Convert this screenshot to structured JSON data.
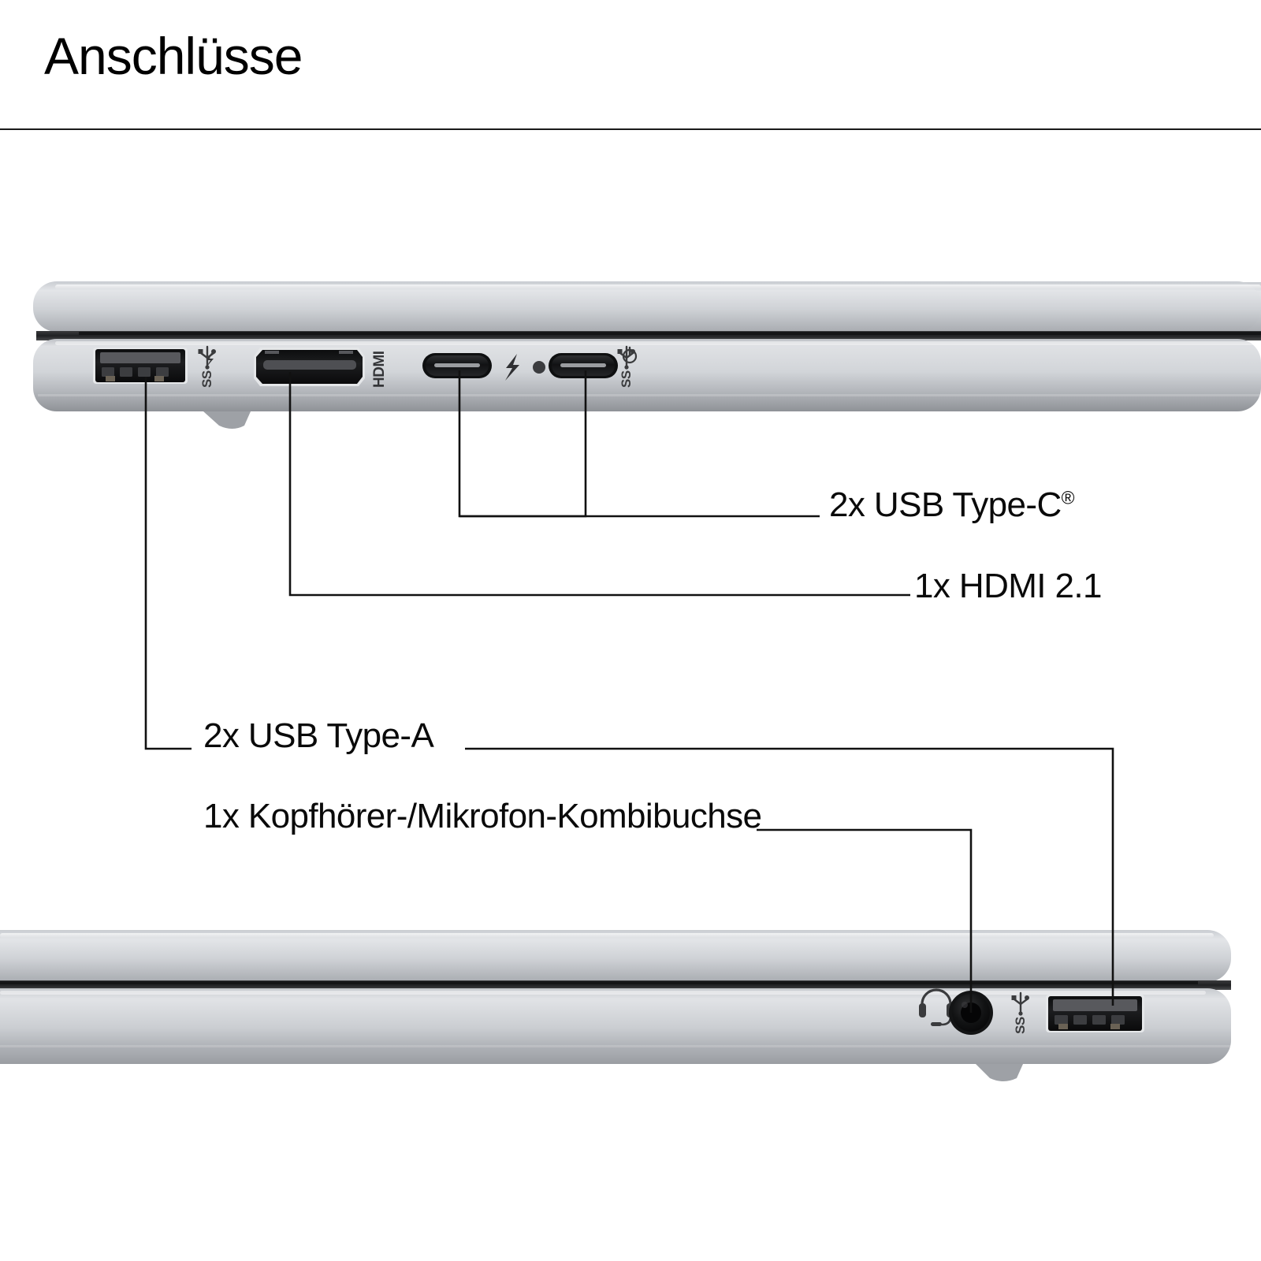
{
  "header": {
    "title": "Anschlüsse"
  },
  "colors": {
    "text": "#0a0a0a",
    "rule": "#1a1a1a",
    "leader_line": "#111111",
    "chassis_light": "#d8dade",
    "chassis_mid": "#b8bbc0",
    "chassis_dark": "#8e9196",
    "port_black": "#17181a",
    "seam": "#2a2b2d"
  },
  "callouts": [
    {
      "id": "usb-c",
      "label_prefix": "2x USB Type-C",
      "label_suffix": "®",
      "full_text": "2x USB Type-C®",
      "count": "2x",
      "port_type": "USB Type-C"
    },
    {
      "id": "hdmi",
      "full_text": "1x HDMI 2.1",
      "count": "1x",
      "port_type": "HDMI",
      "version": "2.1"
    },
    {
      "id": "usb-a",
      "full_text": "2x USB Type-A",
      "count": "2x",
      "port_type": "USB Type-A"
    },
    {
      "id": "audio-combo",
      "full_text": "1x Kopfhörer-/Mikrofon-Kombibuchse",
      "count": "1x",
      "port_type": "Kopfhörer-/Mikrofon-Kombibuchse"
    }
  ],
  "top_device": {
    "side": "left",
    "port_markings": [
      {
        "name": "usb-a-port",
        "icon": "superspeed-usb-icon",
        "icon_text": "SS",
        "extra_icon": "lightning-bolt-icon"
      },
      {
        "name": "hdmi-port",
        "icon": "hdmi-wordmark",
        "icon_text": "HDMI"
      },
      {
        "name": "usb-c-port-1",
        "icon": "thunderbolt-icon",
        "extra_icon": "led-indicator-dot"
      },
      {
        "name": "usb-c-port-2",
        "icon": "superspeed-usb-icon",
        "icon_text": "SS",
        "extra_icon": "power-standby-icon"
      }
    ]
  },
  "bottom_device": {
    "side": "right",
    "port_markings": [
      {
        "name": "audio-combo-jack",
        "icon": "headset-icon"
      },
      {
        "name": "usb-a-port",
        "icon": "superspeed-usb-icon",
        "icon_text": "SS"
      }
    ]
  }
}
